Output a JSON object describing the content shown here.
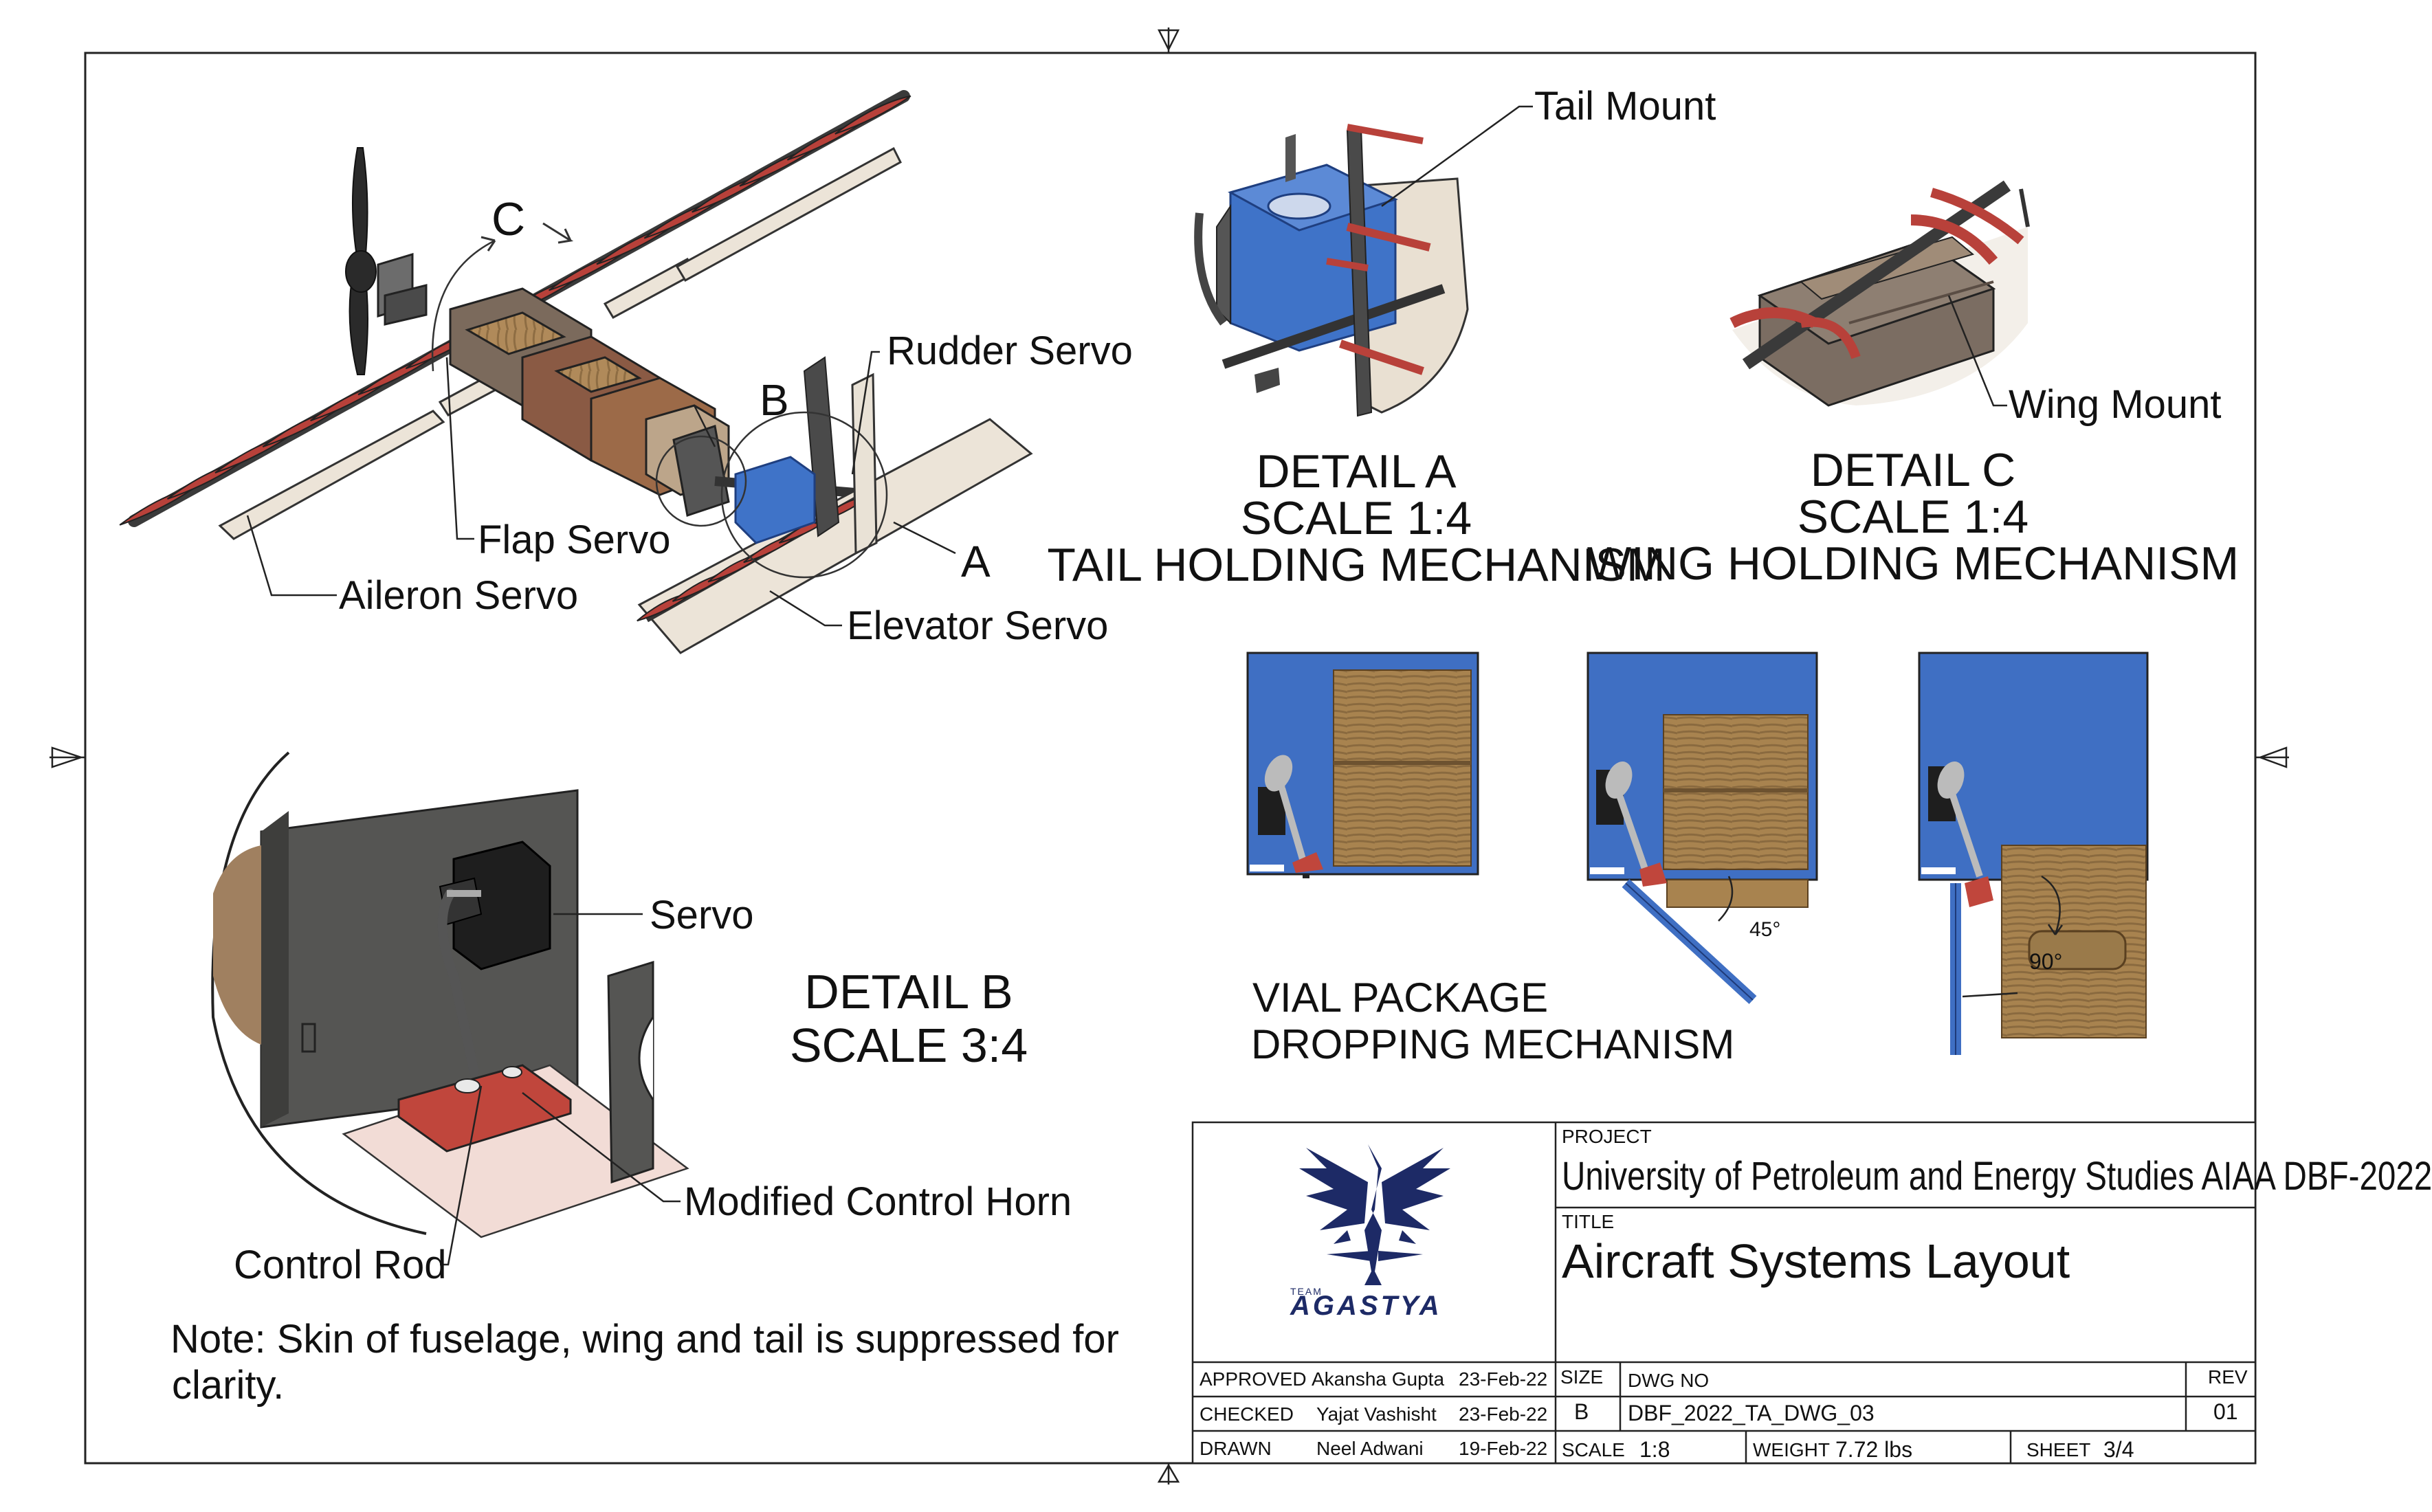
{
  "views": {
    "main_labels": {
      "c": "C",
      "b": "B",
      "a": "A",
      "rudder_servo": "Rudder Servo",
      "flap_servo": "Flap Servo",
      "aileron_servo": "Aileron Servo",
      "elevator_servo": "Elevator Servo"
    },
    "detail_a": {
      "callout": "Tail Mount",
      "heading": "DETAIL A",
      "scale": "SCALE 1:4",
      "caption": "TAIL HOLDING MECHANISM"
    },
    "detail_c": {
      "callout": "Wing Mount",
      "heading": "DETAIL C",
      "scale": "SCALE 1:4",
      "caption": "WING HOLDING MECHANISM"
    },
    "detail_b": {
      "heading": "DETAIL B",
      "scale": "SCALE 3:4",
      "servo": "Servo",
      "horn": "Modified Control Horn",
      "rod": "Control Rod"
    },
    "vial": {
      "line1": "VIAL PACKAGE",
      "line2": "DROPPING MECHANISM",
      "angle_45": "45°",
      "angle_90": "90°"
    },
    "note": {
      "line1": "Note: Skin of fuselage, wing and tail is suppressed for",
      "line2": "clarity."
    }
  },
  "title_block": {
    "logo_text_small": "TEAM",
    "logo_text": "AGASTYA",
    "project_label": "PROJECT",
    "project": "University of Petroleum and Energy Studies AIAA DBF-2022",
    "title_label": "TITLE",
    "title": "Aircraft Systems Layout",
    "approved_label": "APPROVED",
    "approved_name": "Akansha Gupta",
    "approved_date": "23-Feb-22",
    "checked_label": "CHECKED",
    "checked_name": "Yajat Vashisht",
    "checked_date": "23-Feb-22",
    "drawn_label": "DRAWN",
    "drawn_name": "Neel Adwani",
    "drawn_date": "19-Feb-22",
    "size_label": "SIZE",
    "size": "B",
    "dwg_label": "DWG NO",
    "dwg_no": "DBF_2022_TA_DWG_03",
    "rev_label": "REV",
    "rev": "01",
    "scale_label": "SCALE",
    "scale": "1:8",
    "weight_label": "WEIGHT",
    "weight": "7.72 lbs",
    "sheet_label": "SHEET",
    "sheet": "3/4"
  },
  "colors": {
    "rib_red": "#b8413a",
    "blue": "#3f73c8",
    "wood": "#a57f52",
    "gray_plate": "#5a5a58",
    "beige": "#e8e0d4",
    "logo_navy": "#1d2a66"
  }
}
